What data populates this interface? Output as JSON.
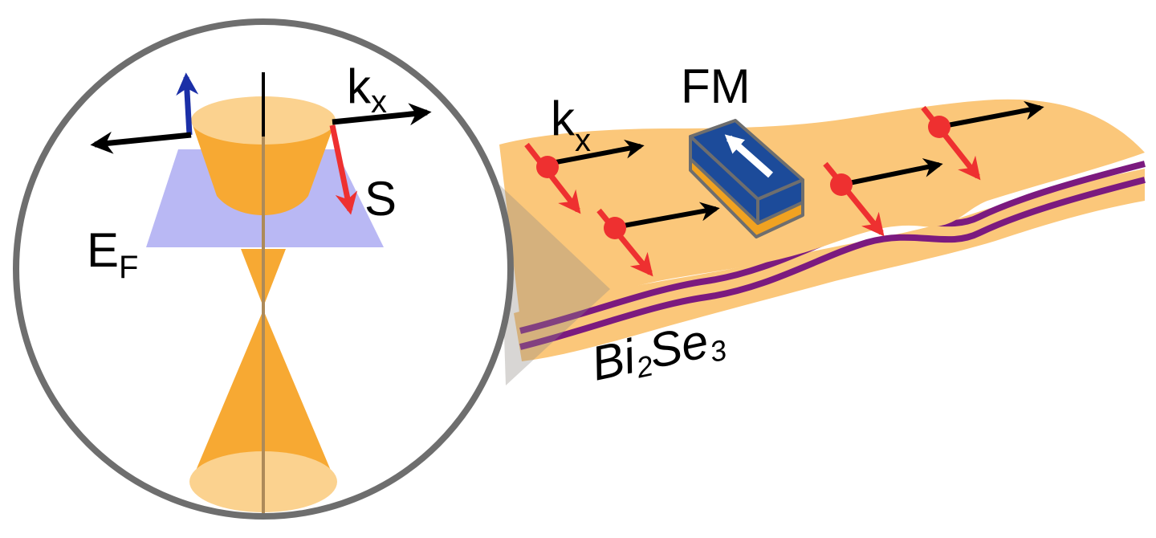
{
  "labels": {
    "kx_inset": {
      "main": "k",
      "sub": "x"
    },
    "spin": "S",
    "fermi": {
      "main": "E",
      "sub": "F"
    },
    "ferromagnet": "FM",
    "kx_film": {
      "main": "k",
      "sub": "x"
    },
    "material": {
      "a": "Bi",
      "b": "2",
      "c": "Se",
      "d": "3"
    }
  },
  "colors": {
    "cone_orange": "#f7a933",
    "cone_light": "#fbd28f",
    "fermi_plane": "#b9b8f4",
    "film_surface": "#fbc77a",
    "purple_layers": "#7b1a7f",
    "electron_red": "#ee3030",
    "fm_blue": "#1c4b9a",
    "fm_orange": "#f0a221",
    "outline_grey": "#6e6e6e",
    "arrow_black": "#000000",
    "spin_blue": "#1b2fa7"
  }
}
